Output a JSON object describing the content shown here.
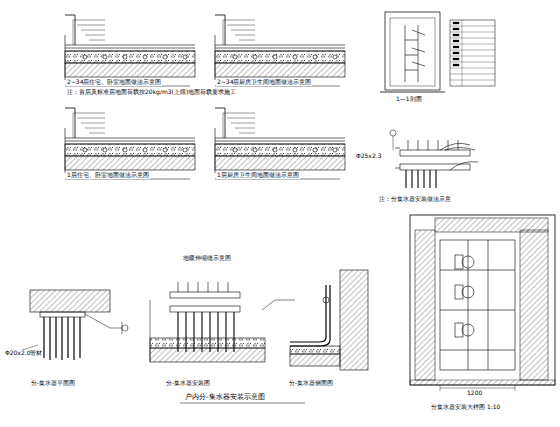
{
  "diagram": {
    "caption": "户内分-集水器安装示意图",
    "labels": [
      "2~34层住宅、卧室地面做法示意图",
      "2~34层厨房卫生间地面做法示意图",
      "注：首层及标准层地面荷载按20kg/m3(上限)地面荷载要求施工",
      "1层住宅、卧室地面做法示意图",
      "1层厨房卫生间地面做法示意图",
      "地暖伸缩缝示意图",
      "Φ20x2.0管材",
      "分-集水器平面图",
      "分-集水器安装图",
      "分-集水器侧面图",
      "1—1剖面",
      "Φ25x2.3",
      "注：分集水器安装做法示意",
      "分集水器安装大样图 1:10",
      "1200"
    ]
  }
}
